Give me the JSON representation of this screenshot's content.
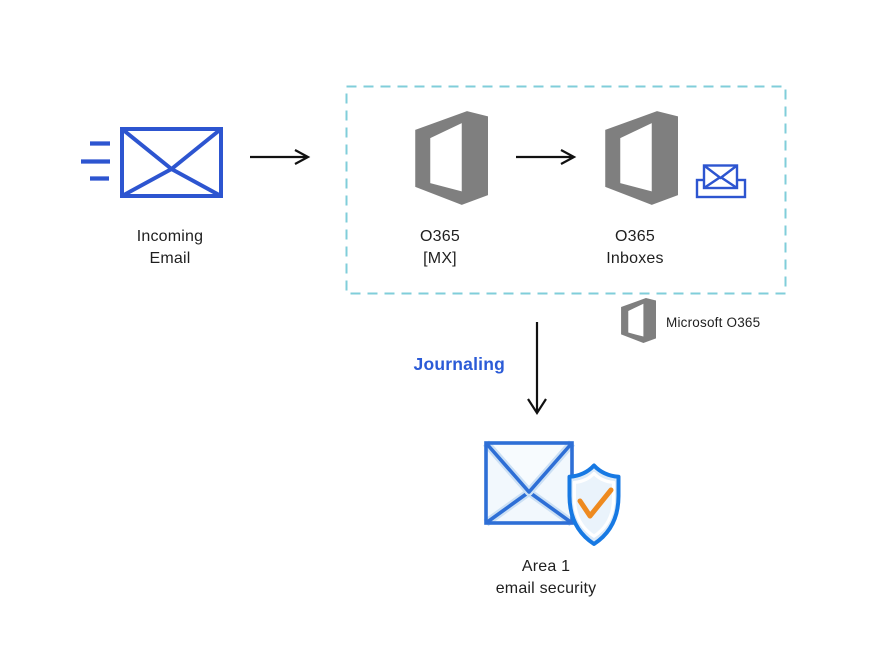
{
  "colors": {
    "ink": "#1f1f1f",
    "arrow_black": "#111111",
    "envelope_blue": "#2D55D0",
    "o365_gray": "#7F7F7F",
    "dashed_border": "#80CEDA",
    "journaling_blue": "#2B5BD7",
    "area1_stroke": "#2E6FD6",
    "area1_band": "#CCE0F4",
    "area1_fill_light": "#F2F8FD",
    "area1_flap_fill": "#F7FBFE",
    "shield_stroke": "#1779E3",
    "shield_fill": "#DCEAF8",
    "shield_core_fill": "#EAF3FB",
    "check_orange": "#EE8A1F"
  },
  "nodes": {
    "incoming_email": {
      "line1": "Incoming",
      "line2": "Email"
    },
    "o365_mx": {
      "line1": "O365",
      "line2": "[MX]"
    },
    "o365_inboxes": {
      "line1": "O365",
      "line2": "Inboxes"
    },
    "area1": {
      "line1": "Area 1",
      "line2": "email security"
    }
  },
  "legend": {
    "label": "Microsoft O365"
  },
  "flow": {
    "journaling_label": "Journaling"
  }
}
